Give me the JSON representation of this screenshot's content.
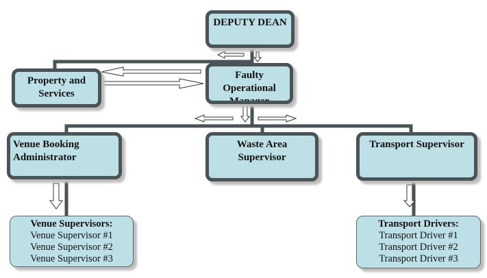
{
  "colors": {
    "box_fill": "#bde0e6",
    "border": "#4a5457"
  },
  "nodes": {
    "deputy_dean": "DEPUTY DEAN",
    "fom": "Faulty Operational Manager (FOM)",
    "property": "Property and Services",
    "venue_booking": "Venue Booking Administrator",
    "waste": "Waste Area Supervisor",
    "transport_supervisor": "Transport Supervisor",
    "venue_supervisors": {
      "title": "Venue Supervisors:",
      "items": [
        "Venue Supervisor #1",
        "Venue Supervisor #2",
        "Venue Supervisor #3"
      ]
    },
    "transport_drivers": {
      "title": "Transport Drivers:",
      "items": [
        "Transport Driver #1",
        "Transport Driver #2",
        "Transport Driver #3"
      ]
    }
  }
}
